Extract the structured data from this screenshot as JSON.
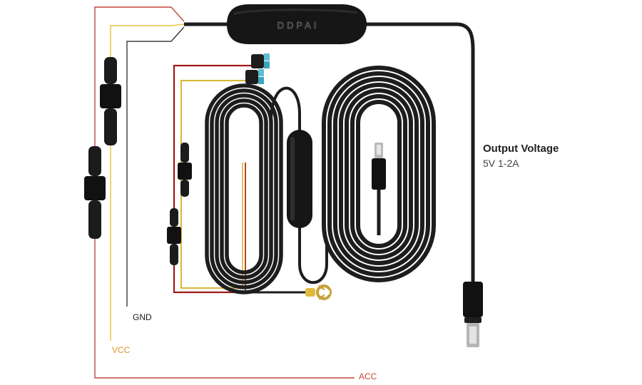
{
  "product": {
    "brand": "DDPAI"
  },
  "wires": {
    "gnd_label": "GND",
    "vcc_label": "VCC",
    "acc_label": "ACC"
  },
  "output": {
    "title": "Output Voltage",
    "value": "5V 1-2A"
  },
  "colors": {
    "gnd": "#1a1a1a",
    "vcc": "#e8c23a",
    "acc": "#c6463f",
    "cable": "#1d1d1d",
    "fuse_tap": "#5bbfcf"
  }
}
